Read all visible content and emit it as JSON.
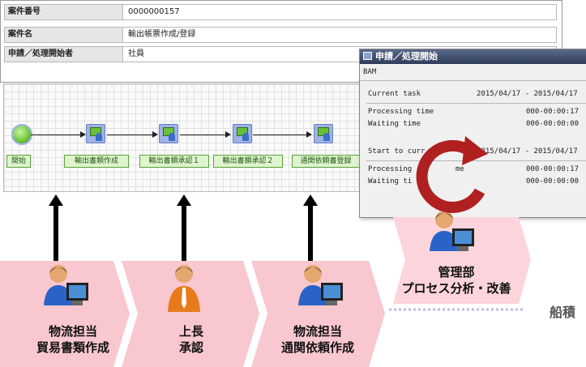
{
  "case_info": [
    {
      "label": "案件番号",
      "value": "0000000157"
    },
    {
      "label": "案件名",
      "value": "輸出帳票作成/登録"
    },
    {
      "label": "申請／処理開始者",
      "value": "社員"
    }
  ],
  "workflow": {
    "nodes": [
      "開始",
      "輸出書類作成",
      "輸出書類承認１",
      "輸出書類承認２",
      "通関依頼書登録"
    ]
  },
  "bam": {
    "title": "申請／処理開始",
    "subtitle": "BAM",
    "current_task": {
      "label": "Current task",
      "range": "2015/04/17 - 2015/04/17"
    },
    "current_processing": {
      "label": "Processing time",
      "value": "000-00:00:17"
    },
    "current_waiting": {
      "label": "Waiting time",
      "value": "000-00:00:00"
    },
    "start_to_current": {
      "label": "Start to curr",
      "range": "2015/04/17 - 2015/04/17"
    },
    "total_processing": {
      "label": "Processing",
      "suffix": "me",
      "value": "000-00:00:17"
    },
    "total_waiting": {
      "label": "Waiting ti",
      "value": "000-00:00:00"
    }
  },
  "roles": [
    {
      "line1": "物流担当",
      "line2": "貿易書類作成"
    },
    {
      "line1": "上長",
      "line2": "承認"
    },
    {
      "line1": "物流担当",
      "line2": "通関依頼作成"
    }
  ],
  "management": {
    "line1": "管理部",
    "line2": "プロセス分析・改善"
  },
  "next_step": "船積",
  "colors": {
    "chevron": "#f9c7cf",
    "cycle_arrow": "#b02020",
    "bam_header": "#2f3b59"
  }
}
